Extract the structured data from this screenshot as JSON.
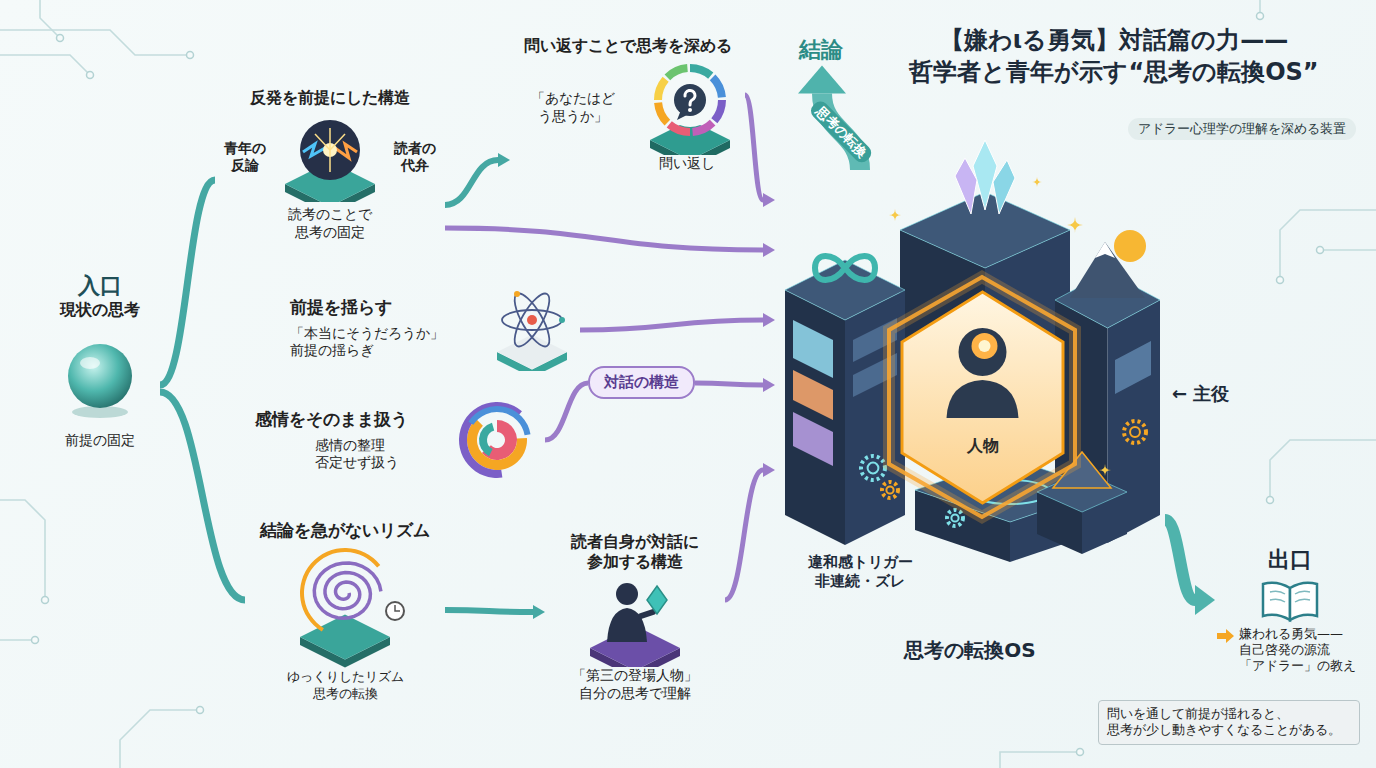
{
  "diagram": {
    "title": "【嫌わιる勇気】対話篇の力—— 哲学者と青年が示す“思考の転換OS”",
    "caption": "問いを通して前提が揺れると、 思考が少し動きやすくなることがある。",
    "nodes": [
      {
        "text": [
          "入口",
          "現状の思考",
          "前提の固定"
        ]
      },
      {
        "text": [
          "反発を前提にした構造",
          "青年の 反論",
          "読者の 代弁",
          "読考のことで 思考の固定"
        ]
      },
      {
        "text": [
          "問い返すことで思考を深める",
          "「あなたはど う思うか」",
          "問い返し"
        ]
      },
      {
        "text": [
          "前提を揺らす",
          "「本当にそうだろうか」 前提の揺らぎ"
        ]
      },
      {
        "text": [
          "感情をそのまま扱う",
          "感情の整理 否定せず扱う"
        ]
      },
      {
        "text": [
          "結論を急がないリズム",
          "ゆっくりしたリズム 思考の転換"
        ]
      },
      {
        "text": [
          "読者自身が対話に 参加する構造",
          "「第三の登場人物」 自分の思考で理解"
        ]
      },
      {
        "text": [
          "対話の構造"
        ]
      },
      {
        "text": [
          "思考の転換OS"
        ]
      },
      {
        "text": [
          "人物"
        ],
        "in": 8
      },
      {
        "text": [
          "結論"
        ]
      },
      {
        "text": [
          "出口",
          "嫌われる勇気—— 自己啓発の源流 「アドラー」の教え"
        ]
      }
    ],
    "edges": [
      {
        "from": 0,
        "to": 1,
        "arrow": "none"
      },
      {
        "from": 0,
        "to": 5,
        "arrow": "none"
      },
      {
        "from": 1,
        "to": 2,
        "arrow": "to"
      },
      {
        "from": 1,
        "to": 8,
        "arrow": "to"
      },
      {
        "from": 2,
        "to": 8,
        "arrow": "to"
      },
      {
        "from": 3,
        "to": 8,
        "arrow": "to"
      },
      {
        "from": 4,
        "to": 7,
        "arrow": "none"
      },
      {
        "from": 7,
        "to": 8,
        "arrow": "to"
      },
      {
        "from": 5,
        "to": 6,
        "arrow": "to"
      },
      {
        "from": 6,
        "to": 8,
        "arrow": "to"
      },
      {
        "from": 8,
        "to": 10,
        "arrow": "to",
        "label": "思考の転換"
      },
      {
        "from": 8,
        "to": 11,
        "arrow": "to"
      }
    ],
    "labels": [
      "アドラー心理学の理解を深める装置",
      "← 主役",
      "違和感トリガー 非連続・ズレ"
    ]
  }
}
